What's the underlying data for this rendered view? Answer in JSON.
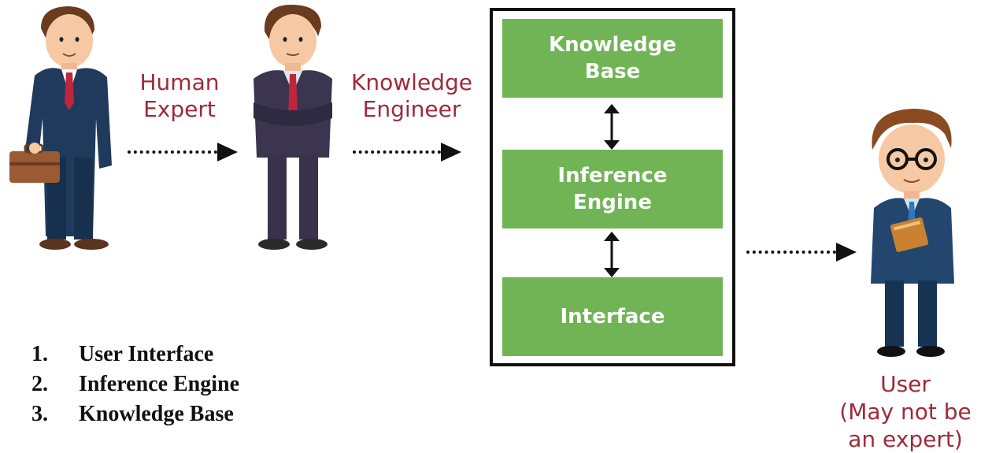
{
  "flow": {
    "label_expert": [
      "Human",
      "Expert"
    ],
    "label_engineer": [
      "Knowledge",
      "Engineer"
    ],
    "label_user": [
      "User",
      "(May not be",
      "an expert)"
    ]
  },
  "system": {
    "knowledge_base": [
      "Knowledge",
      "Base"
    ],
    "inference_engine": [
      "Inference",
      "Engine"
    ],
    "interface": [
      "Interface"
    ]
  },
  "components": [
    {
      "num": "1.",
      "text": "User Interface"
    },
    {
      "num": "2.",
      "text": "Inference Engine"
    },
    {
      "num": "3.",
      "text": "Knowledge Base"
    }
  ],
  "colors": {
    "label": "#9e2a3b",
    "box_green": "#70b455",
    "suit_navy": "#1f3a5c",
    "tie_red": "#c0263b"
  }
}
